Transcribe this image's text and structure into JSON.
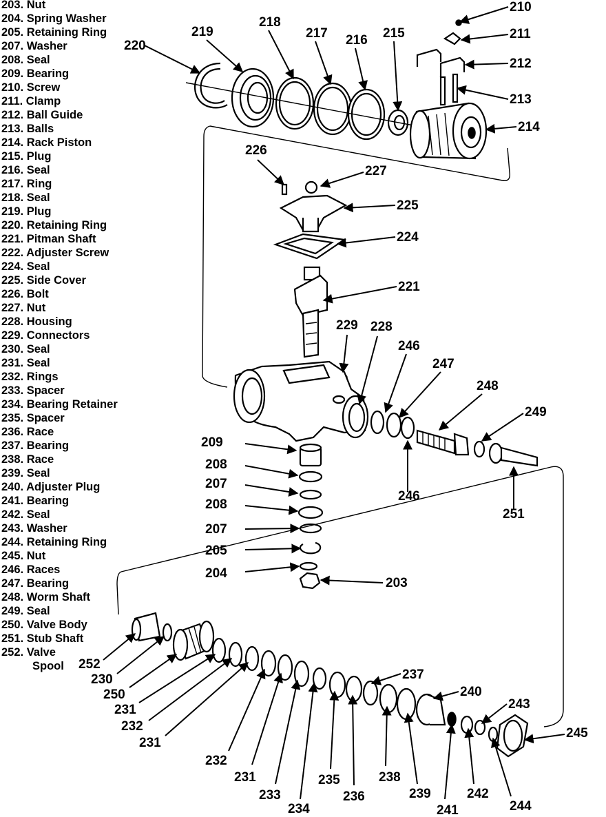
{
  "legend": [
    {
      "num": "203.",
      "name": "Nut"
    },
    {
      "num": "204.",
      "name": "Spring Washer"
    },
    {
      "num": "205.",
      "name": "Retaining Ring"
    },
    {
      "num": "207.",
      "name": "Washer"
    },
    {
      "num": "208.",
      "name": "Seal"
    },
    {
      "num": "209.",
      "name": "Bearing"
    },
    {
      "num": "210.",
      "name": "Screw"
    },
    {
      "num": "211.",
      "name": "Clamp"
    },
    {
      "num": "212.",
      "name": "Ball Guide"
    },
    {
      "num": "213.",
      "name": "Balls"
    },
    {
      "num": "214.",
      "name": "Rack Piston"
    },
    {
      "num": "215.",
      "name": "Plug"
    },
    {
      "num": "216.",
      "name": "Seal"
    },
    {
      "num": "217.",
      "name": "Ring"
    },
    {
      "num": "218.",
      "name": "Seal"
    },
    {
      "num": "219.",
      "name": "Plug"
    },
    {
      "num": "220.",
      "name": "Retaining Ring"
    },
    {
      "num": "221.",
      "name": "Pitman Shaft"
    },
    {
      "num": "222.",
      "name": "Adjuster Screw"
    },
    {
      "num": "224.",
      "name": "Seal"
    },
    {
      "num": "225.",
      "name": "Side Cover"
    },
    {
      "num": "226.",
      "name": "Bolt"
    },
    {
      "num": "227.",
      "name": "Nut"
    },
    {
      "num": "228.",
      "name": "Housing"
    },
    {
      "num": "229.",
      "name": "Connectors"
    },
    {
      "num": "230.",
      "name": "Seal"
    },
    {
      "num": "231.",
      "name": "Seal"
    },
    {
      "num": "232.",
      "name": "Rings"
    },
    {
      "num": "233.",
      "name": "Spacer"
    },
    {
      "num": "234.",
      "name": "Bearing Retainer"
    },
    {
      "num": "235.",
      "name": "Spacer"
    },
    {
      "num": "236.",
      "name": "Race"
    },
    {
      "num": "237.",
      "name": "Bearing"
    },
    {
      "num": "238.",
      "name": "Race"
    },
    {
      "num": "239.",
      "name": "Seal"
    },
    {
      "num": "240.",
      "name": "Adjuster Plug"
    },
    {
      "num": "241.",
      "name": "Bearing"
    },
    {
      "num": "242.",
      "name": "Seal"
    },
    {
      "num": "243.",
      "name": "Washer"
    },
    {
      "num": "244.",
      "name": "Retaining Ring"
    },
    {
      "num": "245.",
      "name": "Nut"
    },
    {
      "num": "246.",
      "name": "Races"
    },
    {
      "num": "247.",
      "name": "Bearing"
    },
    {
      "num": "248.",
      "name": "Worm Shaft"
    },
    {
      "num": "249.",
      "name": "Seal"
    },
    {
      "num": "250.",
      "name": "Valve Body"
    },
    {
      "num": "251.",
      "name": "Stub Shaft"
    },
    {
      "num": "252.",
      "name": "Valve"
    },
    {
      "num": "",
      "name": "Spool"
    }
  ],
  "callouts": [
    "210",
    "211",
    "212",
    "213",
    "214",
    "215",
    "216",
    "217",
    "218",
    "219",
    "220",
    "225",
    "226",
    "227",
    "224",
    "221",
    "229",
    "228",
    "246",
    "247",
    "248",
    "249",
    "209",
    "208",
    "207",
    "208",
    "207",
    "205",
    "204",
    "203",
    "246",
    "251",
    "252",
    "230",
    "250",
    "231",
    "232",
    "231",
    "232",
    "231",
    "233",
    "234",
    "235",
    "236",
    "237",
    "238",
    "239",
    "240",
    "241",
    "242",
    "243",
    "244",
    "245"
  ]
}
